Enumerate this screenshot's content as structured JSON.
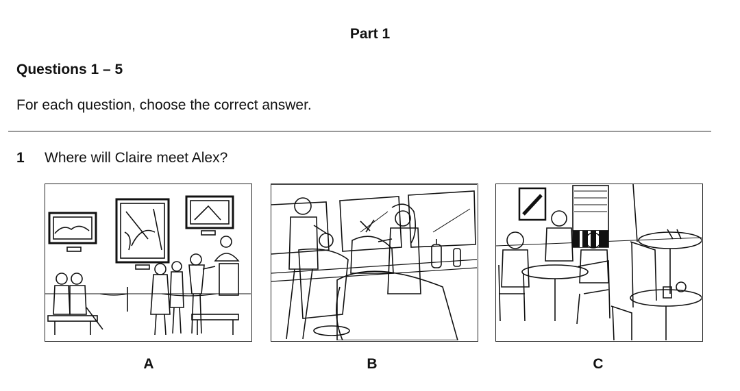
{
  "part_title": "Part 1",
  "questions_heading": "Questions 1 – 5",
  "instructions": "For each question, choose the correct answer.",
  "question": {
    "number": "1",
    "text": "Where will Claire meet Alex?",
    "options": [
      {
        "label": "A",
        "scene": "art-gallery-picture"
      },
      {
        "label": "B",
        "scene": "hair-salon-picture"
      },
      {
        "label": "C",
        "scene": "cafe-picture"
      }
    ]
  }
}
